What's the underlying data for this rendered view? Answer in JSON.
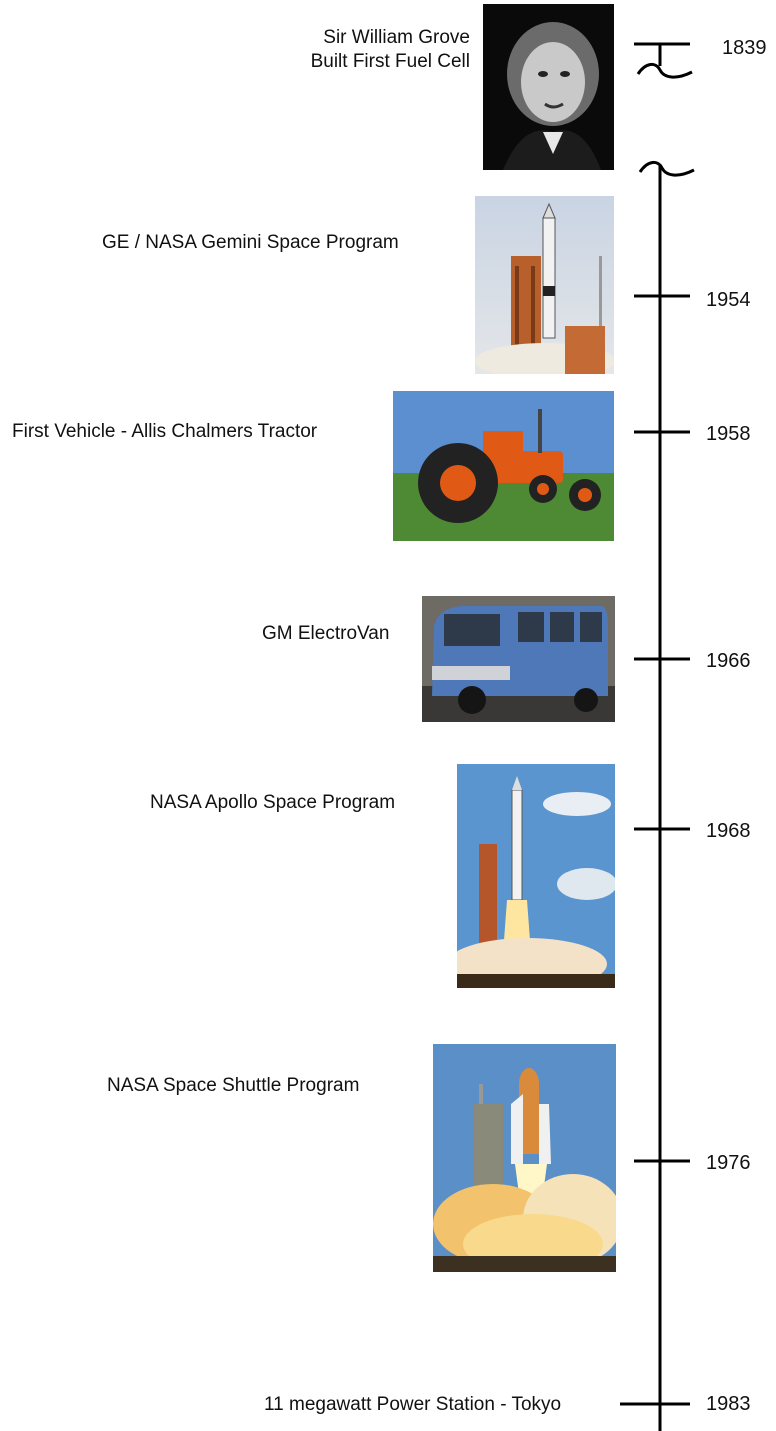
{
  "events": [
    {
      "label_lines": [
        "Sir William Grove",
        "Built First Fuel Cell"
      ],
      "year": "1839",
      "photo": "portrait-photo"
    },
    {
      "label_lines": [
        "GE / NASA Gemini Space Program"
      ],
      "year": "1954",
      "photo": "rocket-launch-pad-photo"
    },
    {
      "label_lines": [
        "First Vehicle - Allis Chalmers Tractor"
      ],
      "year": "1958",
      "photo": "tractor-photo"
    },
    {
      "label_lines": [
        "GM ElectroVan"
      ],
      "year": "1966",
      "photo": "van-photo"
    },
    {
      "label_lines": [
        "NASA Apollo Space Program"
      ],
      "year": "1968",
      "photo": "rocket-liftoff-photo"
    },
    {
      "label_lines": [
        "NASA Space Shuttle Program"
      ],
      "year": "1976",
      "photo": "space-shuttle-photo"
    },
    {
      "label_lines": [
        "11 megawatt Power Station - Tokyo"
      ],
      "year": "1983",
      "photo": null
    }
  ]
}
